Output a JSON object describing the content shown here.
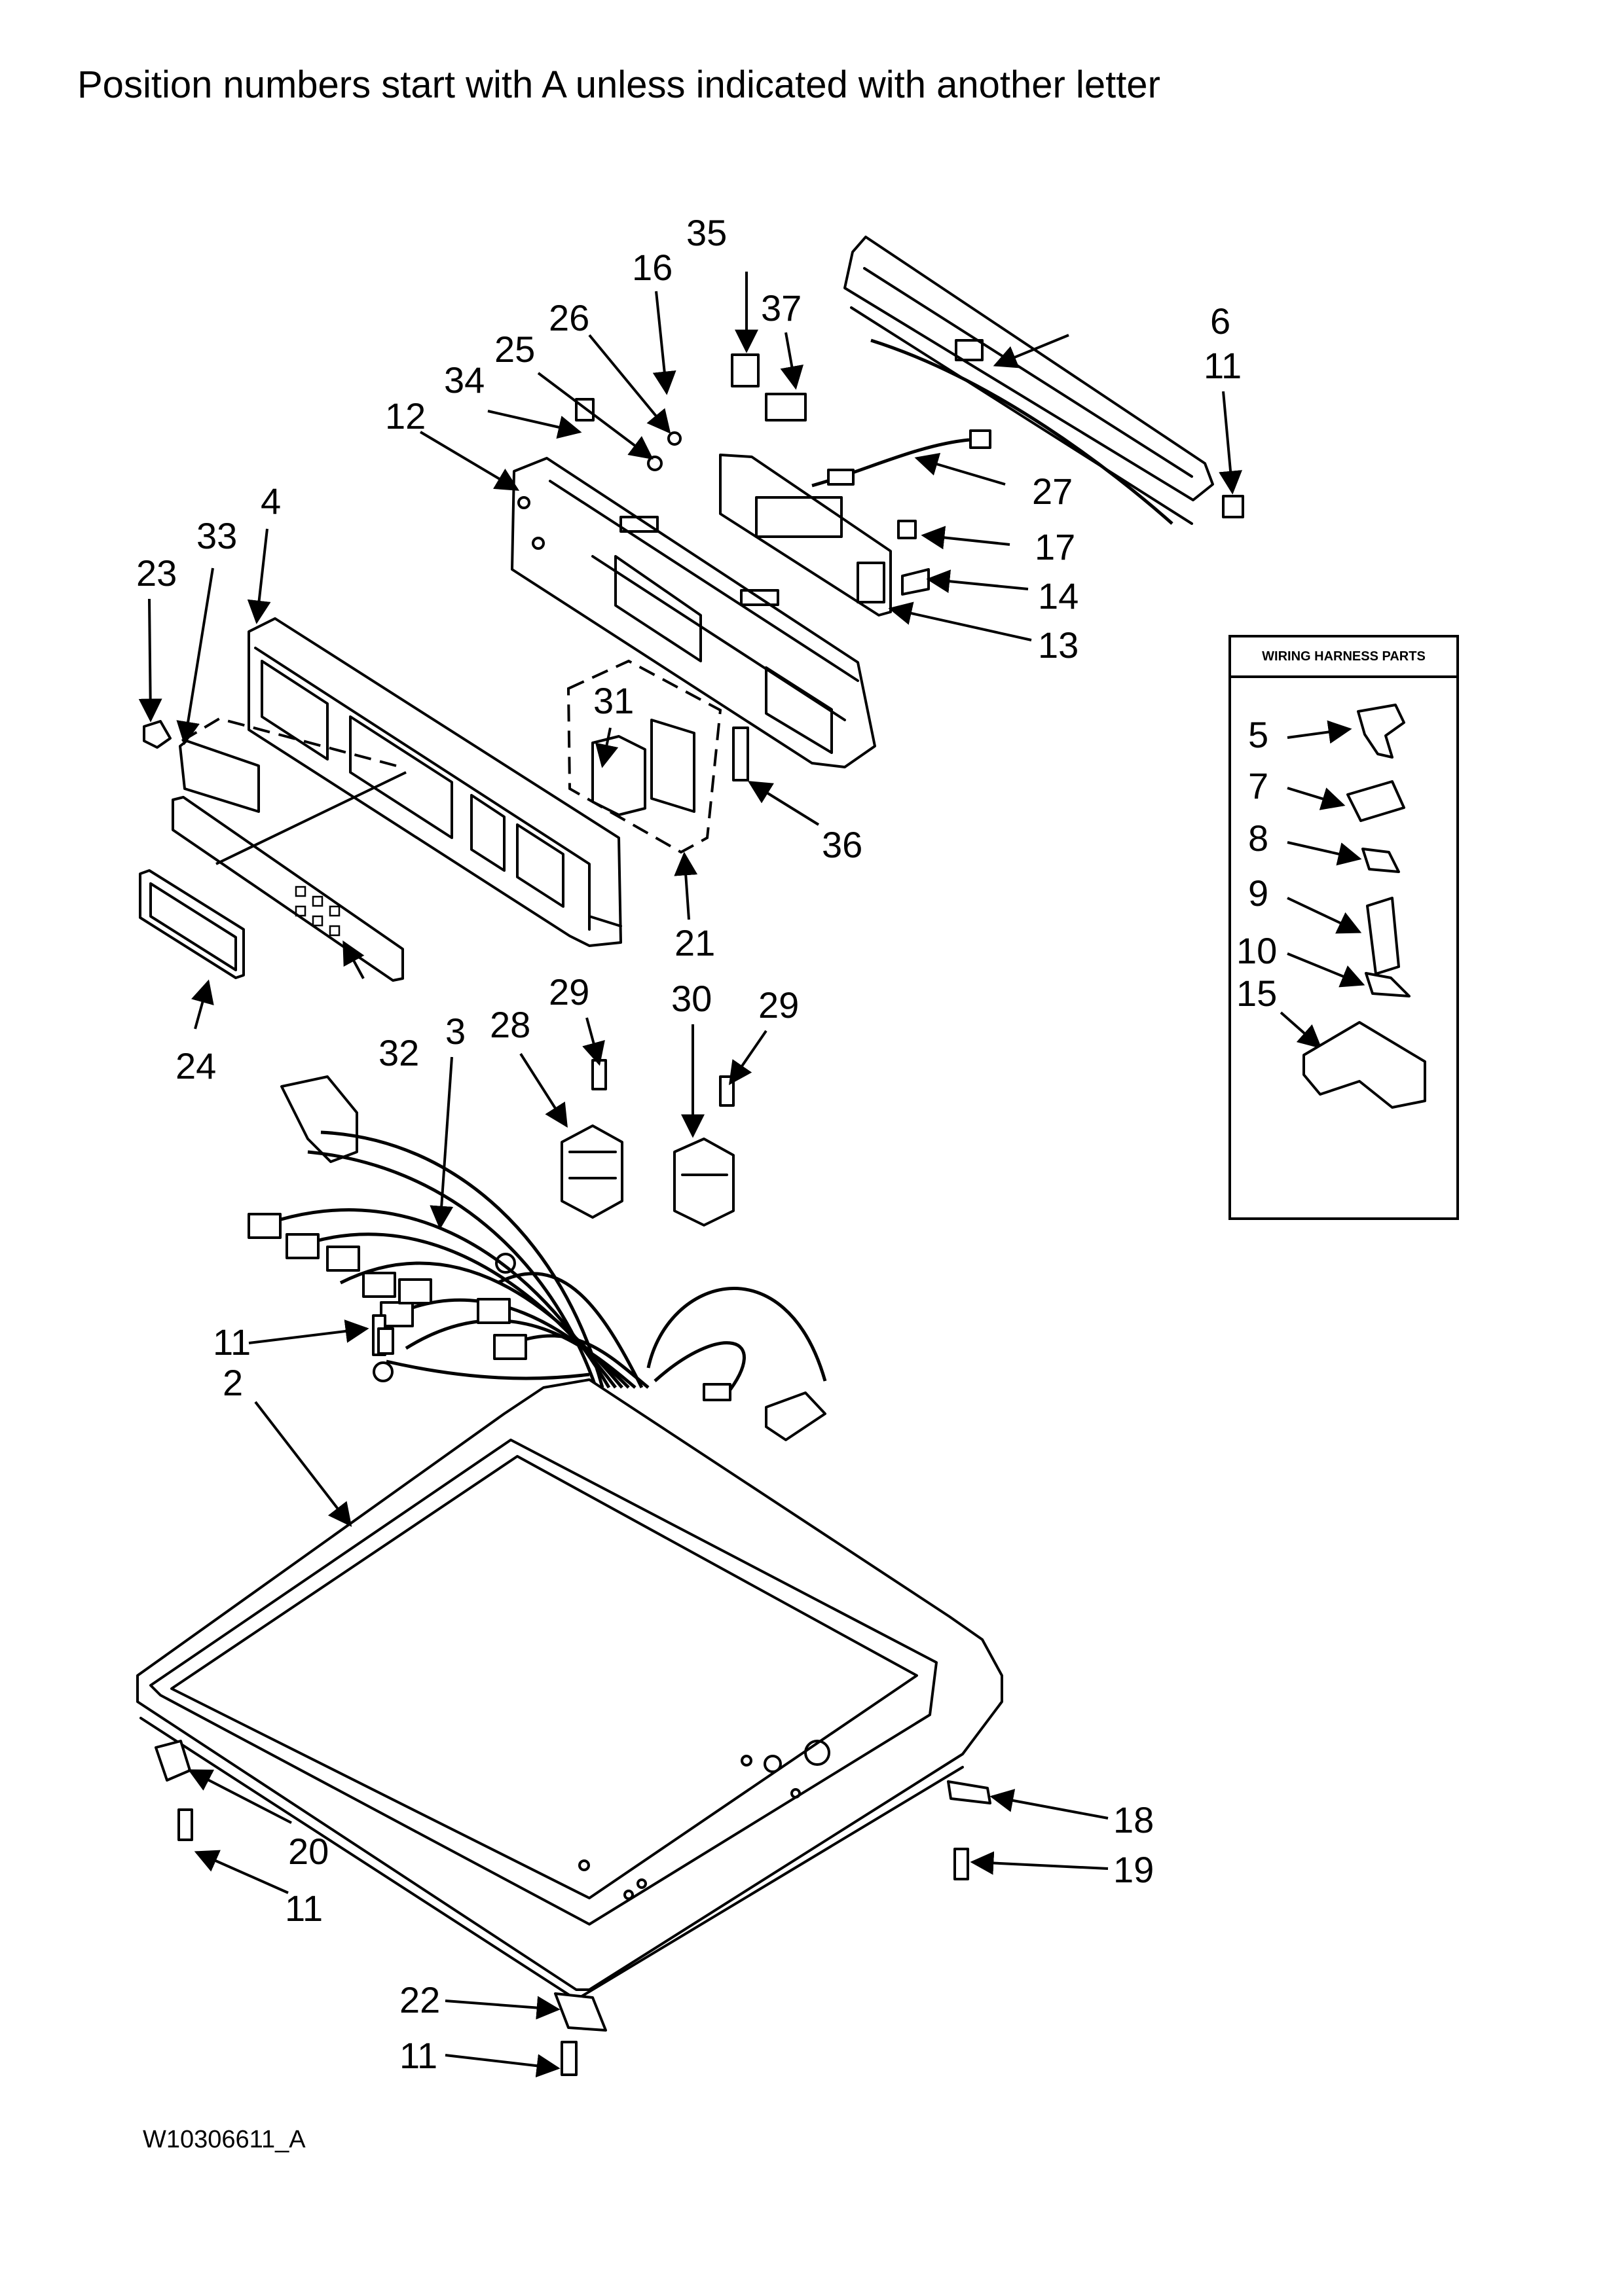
{
  "header_note": "Position numbers start with A unless indicated with another letter",
  "document_code": "W10306611_A",
  "legend": {
    "title": "WIRING HARNESS PARTS",
    "items": [
      "5",
      "7",
      "8",
      "9",
      "10",
      "15"
    ]
  },
  "callouts": [
    "35",
    "16",
    "37",
    "26",
    "6",
    "25",
    "11",
    "34",
    "12",
    "27",
    "17",
    "33",
    "4",
    "23",
    "14",
    "13",
    "31",
    "36",
    "21",
    "24",
    "32",
    "3",
    "28",
    "29",
    "30",
    "29",
    "11",
    "2",
    "18",
    "20",
    "19",
    "11",
    "22",
    "11"
  ]
}
